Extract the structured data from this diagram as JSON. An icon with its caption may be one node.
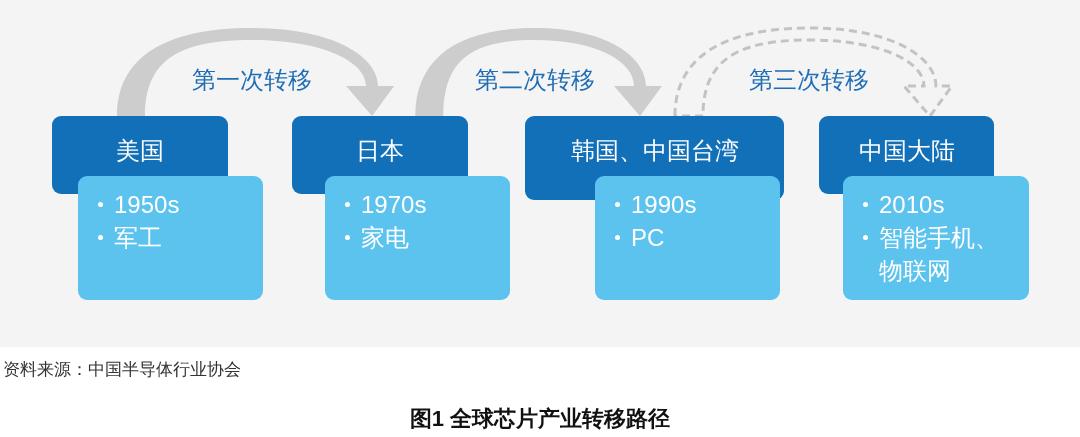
{
  "diagram": {
    "caption": "图1 全球芯片产业转移路径",
    "nodes": [
      {
        "text": [
          "美国"
        ]
      },
      {
        "text": [
          "1950s",
          "军工"
        ]
      },
      {
        "text": [
          "日本"
        ]
      },
      {
        "text": [
          "1970s",
          "家电"
        ]
      },
      {
        "text": [
          "韩国、中国台湾"
        ]
      },
      {
        "text": [
          "1990s",
          "PC"
        ]
      },
      {
        "text": [
          "中国大陆"
        ]
      },
      {
        "text": [
          "2010s",
          "智能手机、物联网"
        ]
      }
    ],
    "edges": [
      {
        "from": 0,
        "to": 2,
        "arrow": "to",
        "label": "第一次转移"
      },
      {
        "from": 2,
        "to": 4,
        "arrow": "to",
        "label": "第二次转移"
      },
      {
        "from": 4,
        "to": 6,
        "arrow": "to",
        "label": "第三次转移",
        "style": "dashed"
      }
    ],
    "labels": [
      "资料来源：中国半导体行业协会"
    ]
  }
}
